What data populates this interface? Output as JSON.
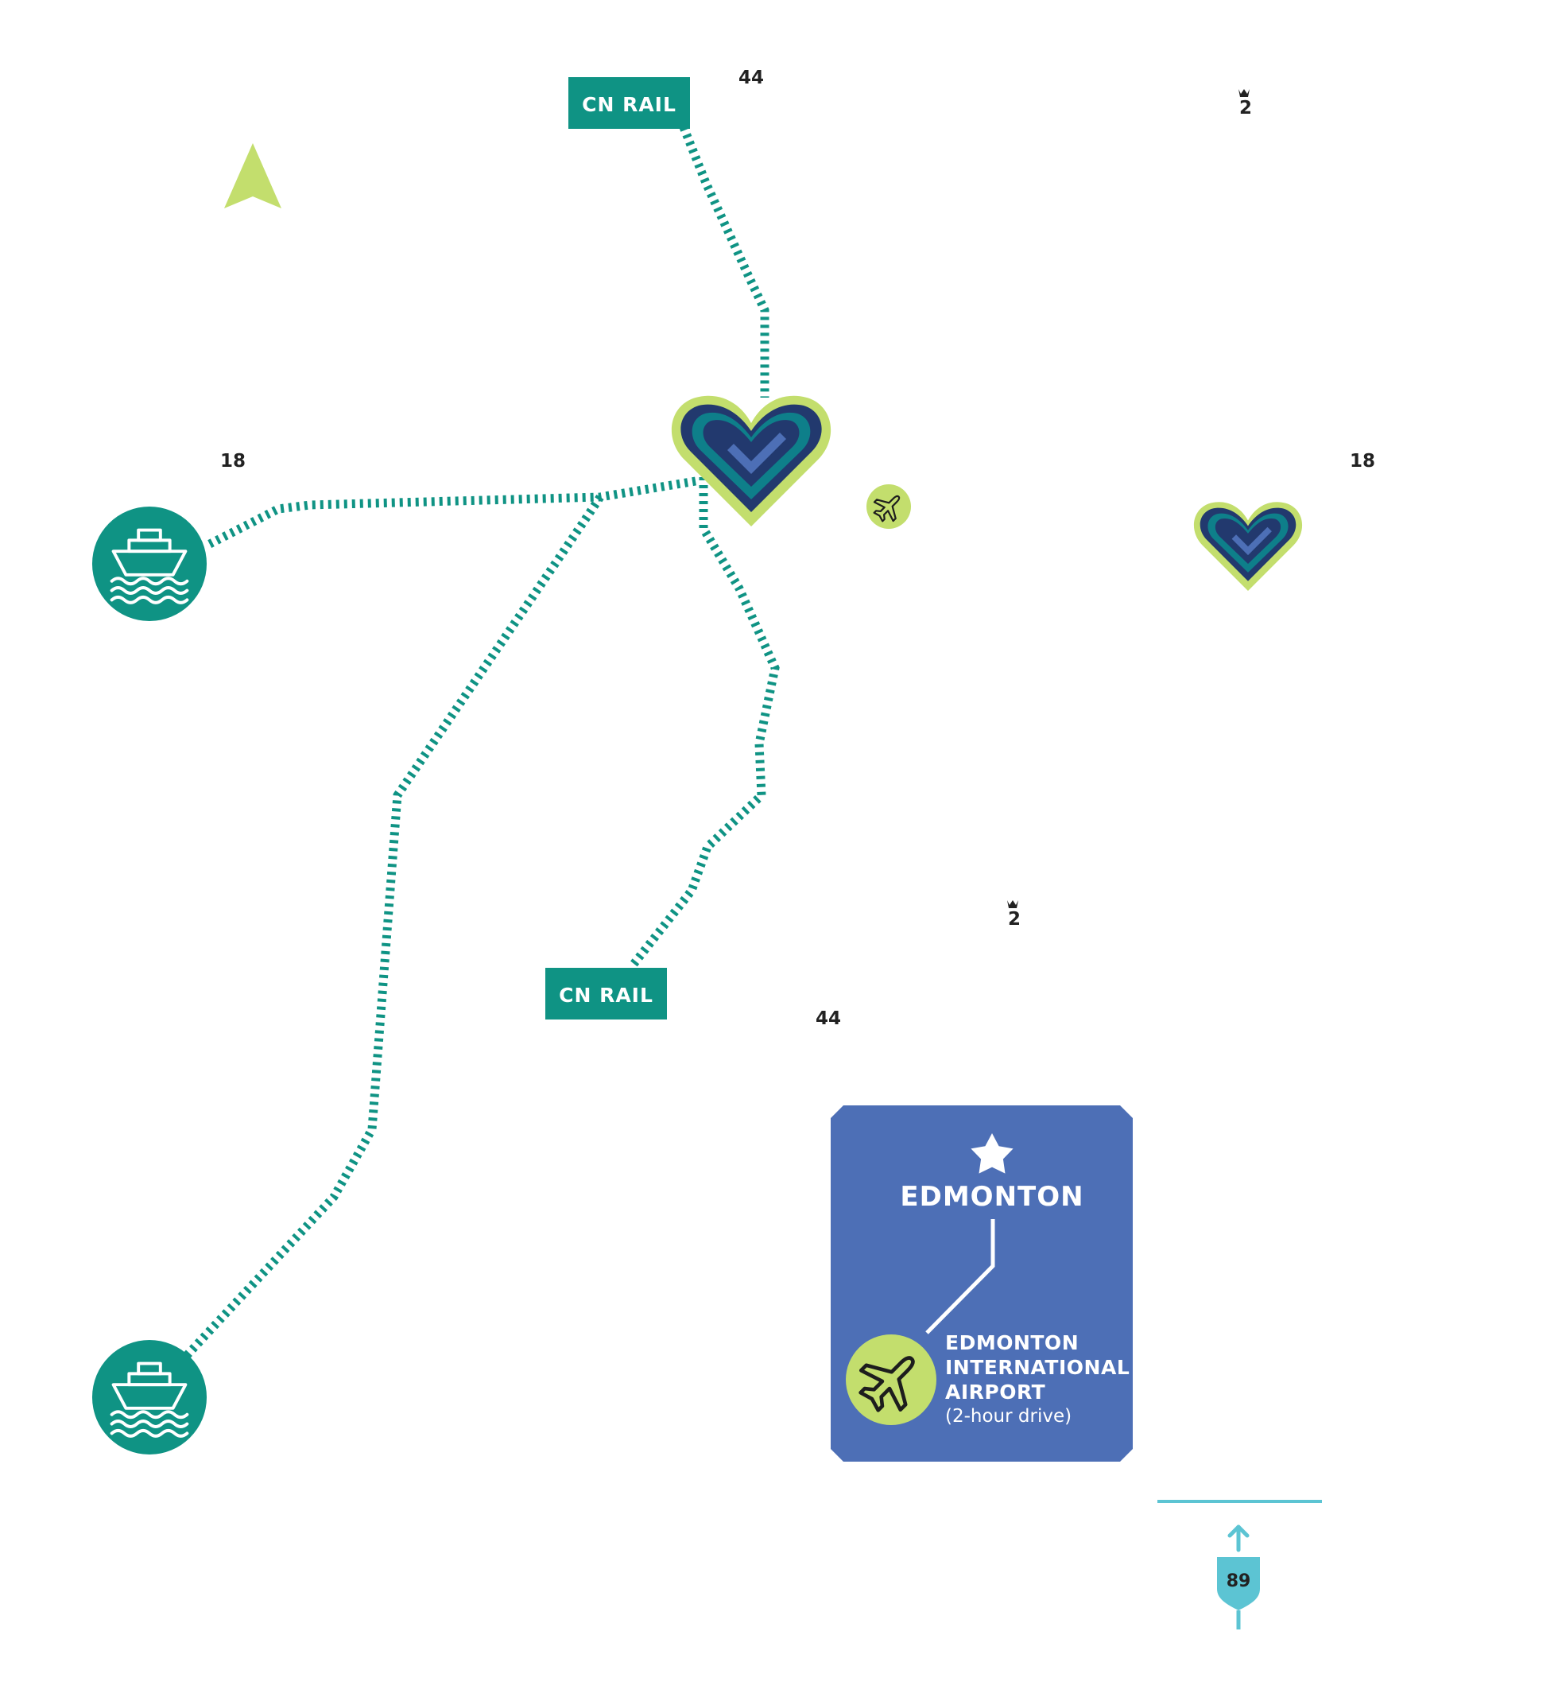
{
  "colors": {
    "teal": "#0f9384",
    "lime": "#c3de6d",
    "navy": "#22396e",
    "mid_teal": "#0e7f8a",
    "periwinkle": "#4d6fb6",
    "sky": "#5cc4d3",
    "text_dark": "#222222"
  },
  "north_arrow": {
    "icon": "north-arrow-icon"
  },
  "rail_labels": [
    "CN RAIL",
    "CN RAIL"
  ],
  "highways": {
    "hwy44_north": "44",
    "hwy44_south": "44",
    "hwy18_west": "18",
    "hwy18_east": "18",
    "hwy2_north": "2",
    "hwy2_south": "2"
  },
  "port_icons": [
    "ship-icon",
    "ship-icon"
  ],
  "heart_icons": [
    "heart-icon",
    "heart-icon"
  ],
  "airport_small": {
    "icon": "airplane-icon"
  },
  "edmonton_box": {
    "star_icon": "star-icon",
    "city": "EDMONTON",
    "airport_lines": [
      "EDMONTON",
      "INTERNATIONAL",
      "AIRPORT"
    ],
    "drive_note": "(2-hour drive)",
    "airport_icon": "airplane-icon"
  },
  "highway_89": {
    "number": "89",
    "direction_icon": "arrow-up-icon"
  }
}
